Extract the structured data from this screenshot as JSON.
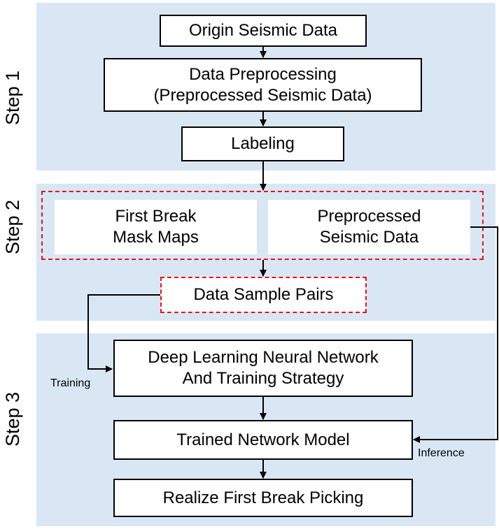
{
  "steps": {
    "step1": "Step 1",
    "step2": "Step 2",
    "step3": "Step 3"
  },
  "nodes": {
    "origin": "Origin Seismic Data",
    "preprocessing_line1": "Data Preprocessing",
    "preprocessing_line2": "(Preprocessed Seismic Data)",
    "labeling": "Labeling",
    "mask_line1": "First Break",
    "mask_line2": "Mask Maps",
    "preprocessed_line1": "Preprocessed",
    "preprocessed_line2": "Seismic Data",
    "pairs": "Data Sample Pairs",
    "dl_line1": "Deep Learning Neural Network",
    "dl_line2": "And Training Strategy",
    "trained": "Trained Network Model",
    "realize": "Realize First Break Picking"
  },
  "edge_labels": {
    "training": "Training",
    "inference": "Inference"
  },
  "colors": {
    "panel": "#d9e7f4",
    "dashed_outline": "#e8101a",
    "box_border": "#000000"
  }
}
